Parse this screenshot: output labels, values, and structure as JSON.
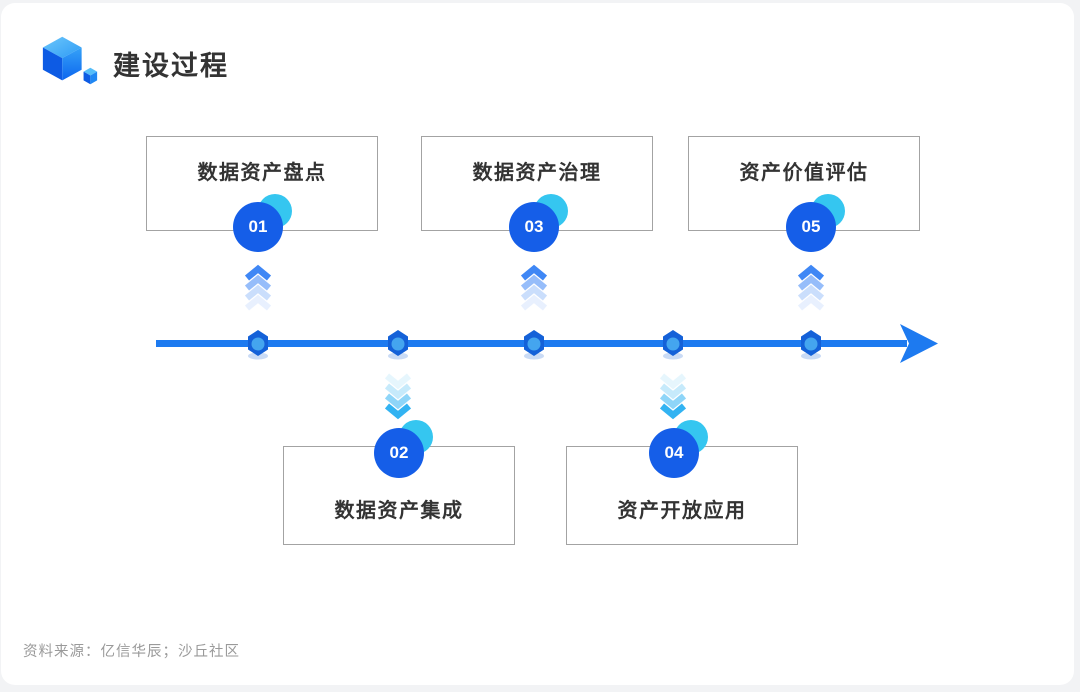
{
  "page": {
    "title": "建设过程",
    "source_note": "资料来源：亿信华辰；沙丘社区"
  },
  "steps": [
    {
      "number": "01",
      "label": "数据资产盘点",
      "position": "top"
    },
    {
      "number": "02",
      "label": "数据资产集成",
      "position": "bottom"
    },
    {
      "number": "03",
      "label": "数据资产治理",
      "position": "top"
    },
    {
      "number": "04",
      "label": "资产开放应用",
      "position": "bottom"
    },
    {
      "number": "05",
      "label": "资产价值评估",
      "position": "top"
    }
  ],
  "timeline": {
    "direction": "left-to-right",
    "node_count": 5
  },
  "icons": {
    "logo": "blue-isometric-cube-icon",
    "node": "hexagon-node-icon",
    "up_arrow": "chevron-up-icon",
    "down_arrow": "chevron-down-icon"
  },
  "colors": {
    "badge_blue": "#155ee8",
    "accent_cyan": "#35c6f0",
    "timeline_blue": "#1d7af0",
    "chevron_up_blue": "#3f87f5",
    "chevron_down_cyan": "#32b3f2",
    "title_text": "#333333",
    "box_border": "#a3a3a3",
    "source_text": "#9a9a9a",
    "page_background": "#f2f3f5"
  }
}
